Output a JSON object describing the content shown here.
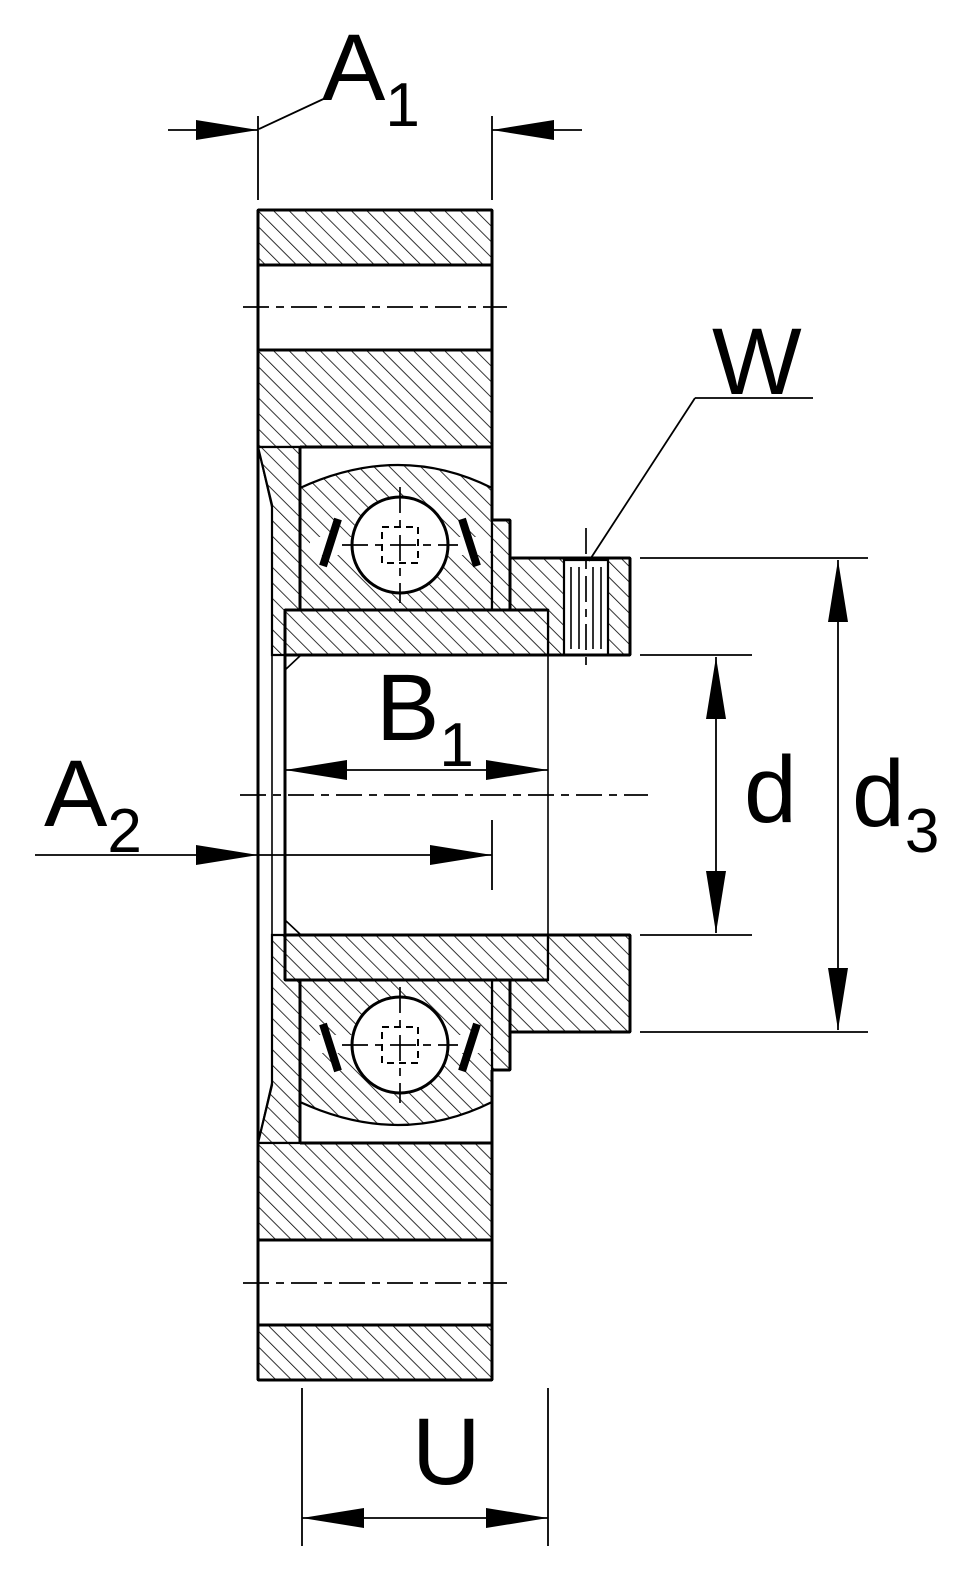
{
  "drawing": {
    "kind": "technical-section-drawing",
    "line_color": "#000000",
    "background_color": "#ffffff",
    "hatch_style": "diagonal-45"
  },
  "dimensions": {
    "a1": {
      "main": "A",
      "sub": "1"
    },
    "w": {
      "main": "W"
    },
    "b1": {
      "main": "B",
      "sub": "1"
    },
    "a2": {
      "main": "A",
      "sub": "2"
    },
    "d": {
      "main": "d"
    },
    "d3": {
      "main": "d",
      "sub": "3"
    },
    "u": {
      "main": "U"
    }
  }
}
